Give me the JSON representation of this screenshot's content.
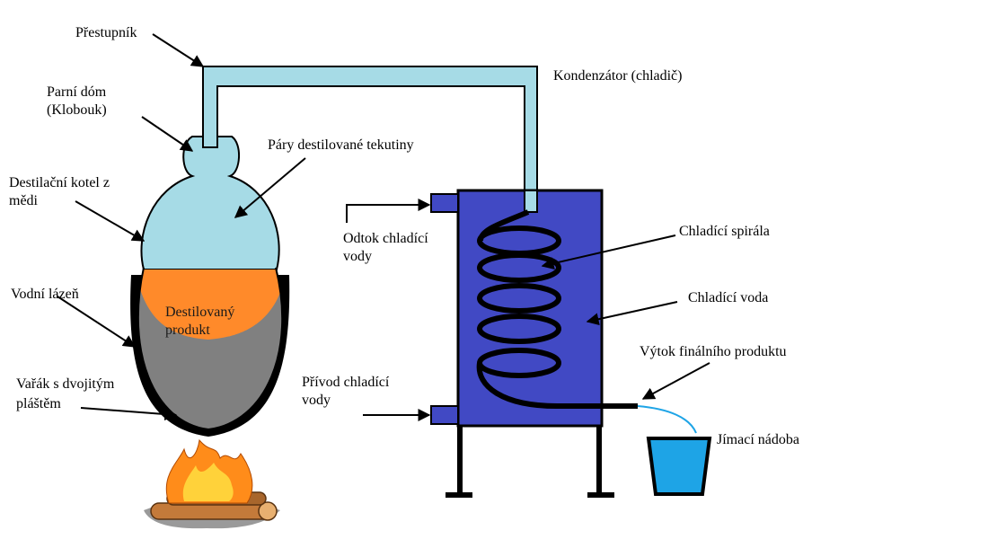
{
  "labels": {
    "prestupnik": "Přestupník",
    "parni_dom_1": "Parní dóm",
    "parni_dom_2": "(Klobouk)",
    "kotel_1": "Destilační kotel z",
    "kotel_2": "mědi",
    "lazen": "Vodní lázeň",
    "varak_1": "Vařák s dvojitým",
    "varak_2": "pláštěm",
    "pary": "Páry destilované tekutiny",
    "produkt_1": "Destilovaný",
    "produkt_2": "produkt",
    "kondenzator": "Kondenzátor (chladič)",
    "odtok_1": "Odtok chladící",
    "odtok_2": "vody",
    "prívod_1": "Přívod chladící",
    "prívod_2": "vody",
    "spirala": "Chladící spirála",
    "voda": "Chladící voda",
    "vytok": "Výtok finálního produktu",
    "nadoba": "Jímací nádoba"
  },
  "colors": {
    "vapor": "#a6dbe6",
    "liquid_orange": "#ff8a2a",
    "liquid_gray": "#808080",
    "jacket": "#000000",
    "condenser": "#4149c4",
    "beaker": "#1ea4e6",
    "flame_outer": "#ff8c1a",
    "flame_inner": "#ffd23a",
    "log": "#c47a3a"
  }
}
